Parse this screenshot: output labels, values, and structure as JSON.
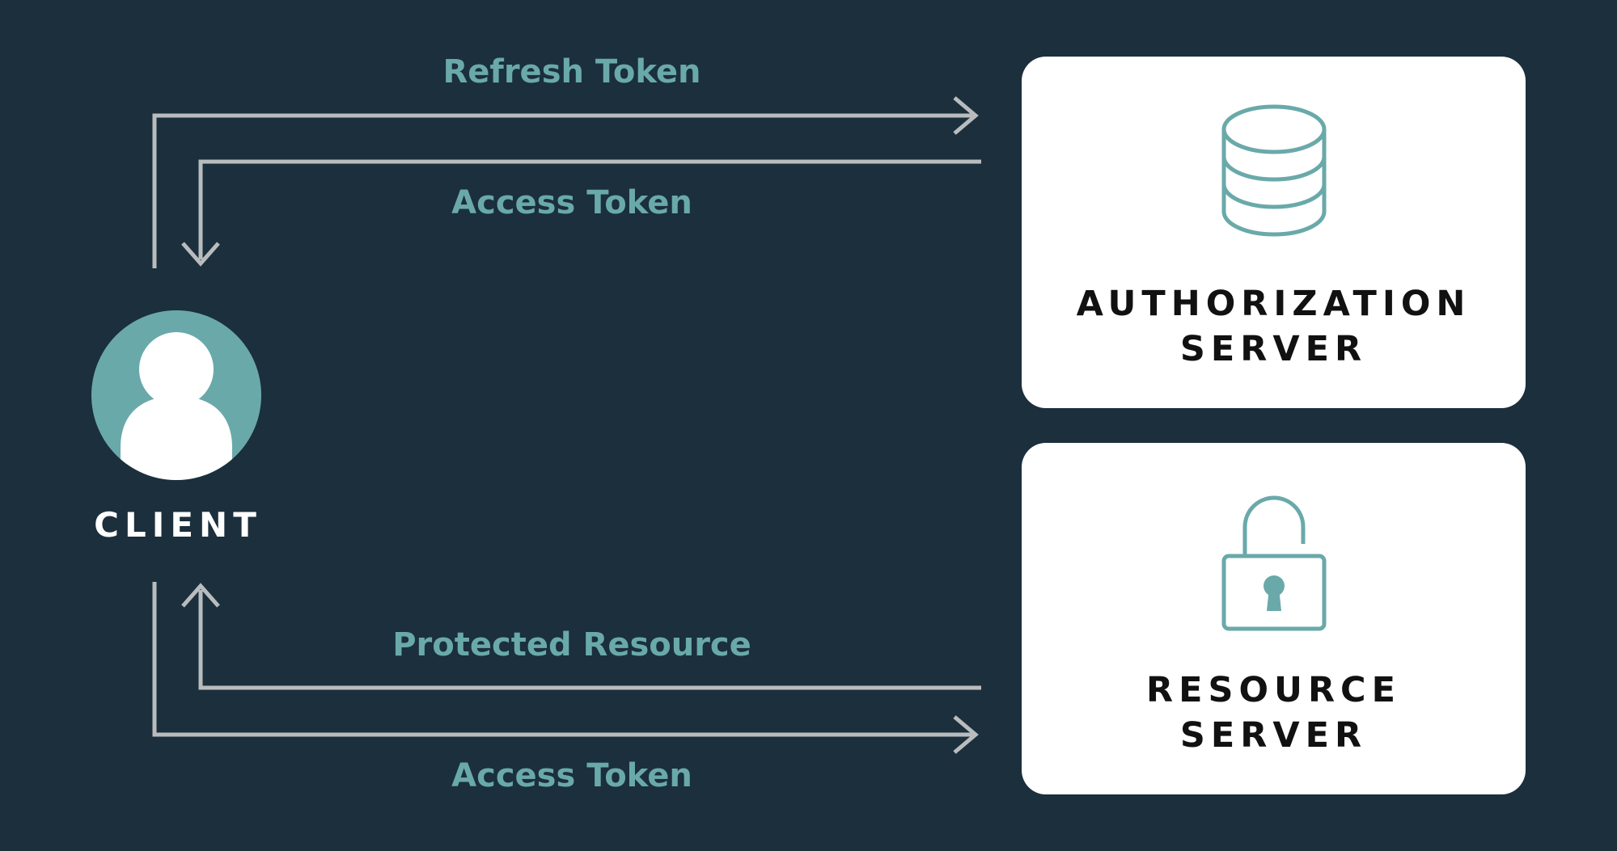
{
  "flows": {
    "refresh_token": "Refresh Token",
    "access_token_return": "Access Token",
    "protected_resource": "Protected Resource",
    "access_token_send": "Access Token"
  },
  "client": {
    "label": "CLIENT",
    "icon": "user-icon"
  },
  "authorization_server": {
    "line1": "AUTHORIZATION",
    "line2": "SERVER",
    "icon": "database-icon"
  },
  "resource_server": {
    "line1": "RESOURCE",
    "line2": "SERVER",
    "icon": "unlocked-padlock-icon"
  },
  "colors": {
    "background": "#1b2f3c",
    "accent": "#6aa9aa",
    "arrow": "#b9bcbe",
    "card": "#ffffff",
    "card_text": "#111111"
  }
}
